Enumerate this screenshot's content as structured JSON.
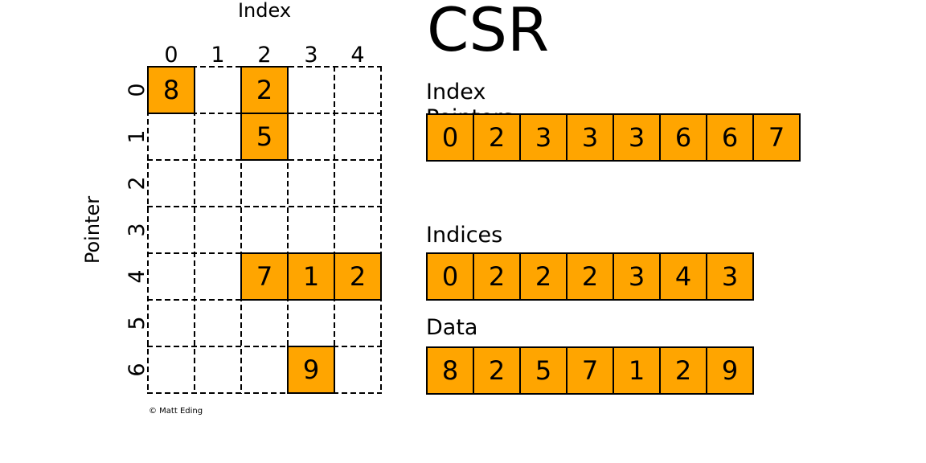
{
  "title": "CSR",
  "copyright": "© Matt Eding",
  "colors": {
    "cell_fill": "#FFA500",
    "line": "#000000",
    "background": "#FFFFFF"
  },
  "matrix": {
    "x_axis_label": "Index",
    "y_axis_label": "Pointer",
    "col_headers": [
      "0",
      "1",
      "2",
      "3",
      "4"
    ],
    "row_headers": [
      "0",
      "1",
      "2",
      "3",
      "4",
      "5",
      "6"
    ],
    "cells": [
      [
        8,
        null,
        2,
        null,
        null
      ],
      [
        null,
        null,
        5,
        null,
        null
      ],
      [
        null,
        null,
        null,
        null,
        null
      ],
      [
        null,
        null,
        null,
        null,
        null
      ],
      [
        null,
        null,
        7,
        1,
        2
      ],
      [
        null,
        null,
        null,
        null,
        null
      ],
      [
        null,
        null,
        null,
        9,
        null
      ]
    ]
  },
  "arrays": [
    {
      "label": "Index Pointers",
      "values": [
        0,
        2,
        3,
        3,
        3,
        6,
        6,
        7
      ]
    },
    {
      "label": "Indices",
      "values": [
        0,
        2,
        2,
        2,
        3,
        4,
        3
      ]
    },
    {
      "label": "Data",
      "values": [
        8,
        2,
        5,
        7,
        1,
        2,
        9
      ]
    }
  ]
}
